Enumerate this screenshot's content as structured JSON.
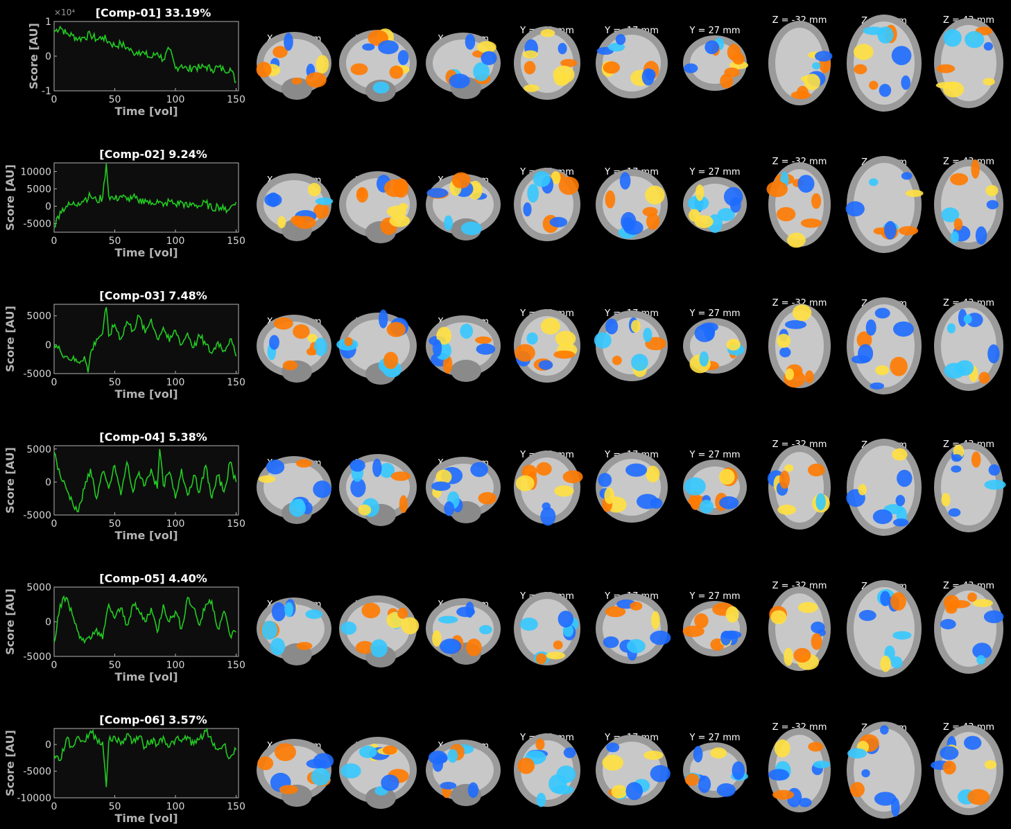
{
  "colors": {
    "background": "#000000",
    "plot_bg": "#0d0d0d",
    "line": "#22cc22",
    "axis": "#b4b4b4",
    "positive": "#ff7a00",
    "positive_strong": "#ffe040",
    "negative": "#1e6cff",
    "negative_strong": "#35c8ff",
    "brain": "#9a9a9a"
  },
  "slice_labels": [
    "X = -33 mm",
    "X = 2 mm",
    "X = 37 mm",
    "Y = -61 mm",
    "Y = -17 mm",
    "Y = 27 mm",
    "Z = -32 mm",
    "Z = 6 mm",
    "Z = 43 mm"
  ],
  "chart_data": [
    {
      "type": "line",
      "title": "[Comp-01] 33.19%",
      "xlabel": "Time [vol]",
      "ylabel": "Score [AU]",
      "xlim": [
        0,
        152
      ],
      "ylim": [
        -1,
        1
      ],
      "xticks": [
        "0",
        "50",
        "100",
        "150"
      ],
      "yticks": [
        "-1",
        "0",
        "1"
      ],
      "ytick_values": [
        -1,
        0,
        1
      ],
      "yexponent": "×10⁴",
      "x": [
        0,
        5,
        10,
        15,
        20,
        25,
        30,
        35,
        40,
        45,
        50,
        55,
        60,
        65,
        70,
        75,
        80,
        85,
        90,
        95,
        100,
        105,
        110,
        115,
        120,
        125,
        130,
        135,
        140,
        145,
        150
      ],
      "values": [
        0.7,
        0.85,
        0.65,
        0.6,
        0.5,
        0.55,
        0.62,
        0.48,
        0.55,
        0.42,
        0.3,
        0.35,
        0.25,
        0.1,
        0.15,
        0.05,
        -0.05,
        0.1,
        -0.1,
        0.2,
        -0.35,
        -0.25,
        -0.4,
        -0.3,
        -0.35,
        -0.3,
        -0.38,
        -0.32,
        -0.4,
        -0.35,
        -0.75
      ]
    },
    {
      "type": "line",
      "title": "[Comp-02] 9.24%",
      "xlabel": "Time [vol]",
      "ylabel": "Score [AU]",
      "xlim": [
        0,
        152
      ],
      "ylim": [
        -7500,
        12500
      ],
      "xticks": [
        "0",
        "50",
        "100",
        "150"
      ],
      "yticks": [
        "-5000",
        "0",
        "5000",
        "10000"
      ],
      "ytick_values": [
        -5000,
        0,
        5000,
        10000
      ],
      "x": [
        0,
        5,
        10,
        15,
        20,
        25,
        30,
        35,
        40,
        43,
        45,
        50,
        55,
        60,
        65,
        70,
        75,
        80,
        85,
        90,
        95,
        100,
        105,
        110,
        115,
        120,
        125,
        130,
        135,
        140,
        145,
        150
      ],
      "values": [
        -6000,
        -1500,
        0,
        500,
        1000,
        2000,
        3000,
        1500,
        2500,
        12500,
        3000,
        2000,
        3000,
        1800,
        2800,
        1000,
        2000,
        500,
        1800,
        0,
        1500,
        500,
        1200,
        -200,
        800,
        0,
        1000,
        -800,
        200,
        -1000,
        -500,
        1200
      ]
    },
    {
      "type": "line",
      "title": "[Comp-03] 7.48%",
      "xlabel": "Time [vol]",
      "ylabel": "Score [AU]",
      "xlim": [
        0,
        152
      ],
      "ylim": [
        -5000,
        7000
      ],
      "xticks": [
        "0",
        "50",
        "100",
        "150"
      ],
      "yticks": [
        "-5000",
        "0",
        "5000"
      ],
      "ytick_values": [
        -5000,
        0,
        5000
      ],
      "x": [
        0,
        5,
        10,
        15,
        20,
        25,
        28,
        30,
        35,
        40,
        43,
        45,
        50,
        55,
        60,
        65,
        70,
        75,
        80,
        85,
        90,
        95,
        100,
        105,
        110,
        115,
        120,
        125,
        130,
        135,
        140,
        145,
        150
      ],
      "values": [
        0,
        -1000,
        -2000,
        -2500,
        -3000,
        -2000,
        -4800,
        -1500,
        1000,
        2000,
        6500,
        1500,
        3500,
        1000,
        4000,
        2500,
        5000,
        2000,
        4500,
        1000,
        3000,
        500,
        2500,
        0,
        2000,
        -500,
        1500,
        0,
        -1500,
        500,
        -1000,
        1000,
        -2000
      ]
    },
    {
      "type": "line",
      "title": "[Comp-04] 5.38%",
      "xlabel": "Time [vol]",
      "ylabel": "Score [AU]",
      "xlim": [
        0,
        152
      ],
      "ylim": [
        -5000,
        5500
      ],
      "xticks": [
        "0",
        "50",
        "100",
        "150"
      ],
      "yticks": [
        "-5000",
        "0",
        "5000"
      ],
      "ytick_values": [
        -5000,
        0,
        5000
      ],
      "x": [
        0,
        5,
        10,
        15,
        20,
        25,
        30,
        35,
        40,
        45,
        50,
        55,
        60,
        65,
        70,
        75,
        80,
        85,
        87,
        90,
        95,
        100,
        105,
        110,
        115,
        120,
        125,
        130,
        135,
        140,
        145,
        150
      ],
      "values": [
        4500,
        1000,
        -1000,
        -3000,
        -4500,
        -1000,
        2000,
        -2500,
        1500,
        -1000,
        2500,
        -2000,
        3000,
        -1500,
        1500,
        -500,
        2000,
        -1000,
        5000,
        -500,
        1500,
        -2500,
        2000,
        -2000,
        1000,
        -1500,
        2500,
        -2500,
        1000,
        -1500,
        3000,
        0
      ]
    },
    {
      "type": "line",
      "title": "[Comp-05] 4.40%",
      "xlabel": "Time [vol]",
      "ylabel": "Score [AU]",
      "xlim": [
        0,
        152
      ],
      "ylim": [
        -5000,
        5000
      ],
      "xticks": [
        "0",
        "50",
        "100",
        "150"
      ],
      "yticks": [
        "-5000",
        "0",
        "5000"
      ],
      "ytick_values": [
        -5000,
        0,
        5000
      ],
      "x": [
        0,
        5,
        10,
        15,
        20,
        25,
        30,
        35,
        40,
        45,
        50,
        55,
        60,
        65,
        70,
        75,
        80,
        85,
        90,
        95,
        100,
        105,
        110,
        115,
        120,
        125,
        130,
        135,
        140,
        145,
        150
      ],
      "values": [
        -3000,
        2500,
        3500,
        1000,
        -1500,
        -3000,
        -2500,
        -1000,
        -2500,
        2500,
        500,
        2000,
        -500,
        2500,
        1500,
        0,
        2000,
        -1500,
        2500,
        0,
        1500,
        -1000,
        3500,
        2000,
        -500,
        2500,
        3000,
        -1000,
        1500,
        -2000,
        -1500
      ]
    },
    {
      "type": "line",
      "title": "[Comp-06] 3.57%",
      "xlabel": "Time [vol]",
      "ylabel": "Score [AU]",
      "xlim": [
        0,
        152
      ],
      "ylim": [
        -10000,
        3000
      ],
      "xticks": [
        "0",
        "50",
        "100",
        "150"
      ],
      "yticks": [
        "-10000",
        "-5000",
        "0"
      ],
      "ytick_values": [
        -10000,
        -5000,
        0
      ],
      "x": [
        0,
        5,
        10,
        15,
        20,
        25,
        30,
        35,
        40,
        43,
        45,
        50,
        55,
        60,
        65,
        70,
        75,
        80,
        85,
        90,
        95,
        100,
        105,
        110,
        115,
        120,
        125,
        130,
        135,
        140,
        145,
        150
      ],
      "values": [
        -2000,
        -3000,
        1000,
        -500,
        1500,
        500,
        2500,
        1000,
        500,
        -8000,
        500,
        1500,
        0,
        2000,
        500,
        1500,
        -500,
        1000,
        0,
        1500,
        -500,
        1000,
        500,
        1500,
        0,
        1000,
        2500,
        500,
        -1000,
        0,
        -2500,
        -1000
      ]
    }
  ]
}
